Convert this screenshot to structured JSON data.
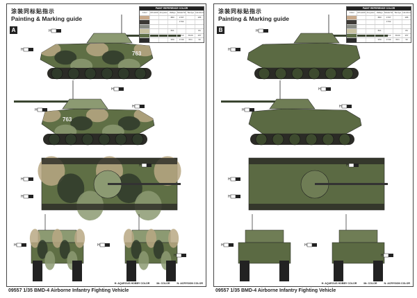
{
  "pages": [
    {
      "id": "A",
      "title_cn": "涂装同标贴指示",
      "title_en": "Painting & Marking guide",
      "scheme_label": "A",
      "hull_number": "763",
      "scheme": "camouflage",
      "colors": {
        "base": "#5f6f45",
        "dark": "#2f3a2a",
        "sand": "#b9a884",
        "light": "#8c9a72"
      }
    },
    {
      "id": "B",
      "title_cn": "涂装同标贴指示",
      "title_en": "Painting & Marking guide",
      "scheme_label": "B",
      "hull_number": "",
      "scheme": "solid",
      "colors": {
        "base": "#5b6a43",
        "dark": "#3d4a2e",
        "sand": "#5b6a43",
        "light": "#6f7d55"
      }
    }
  ],
  "paint_table": {
    "title": "PAINT REFERENCE COLOR",
    "headers": [
      "Color",
      "Mr.Hobby",
      "Acrysion",
      "Vallejo",
      "Model Master",
      "Tamiya",
      "Humbrol"
    ],
    "swatches": [
      "#c9a98a",
      "#3d3a36",
      "#8a8d86",
      "#c8c2a2",
      "#5f7048",
      "#2a2a2a"
    ],
    "rows": [
      [
        "",
        "",
        "",
        "883",
        "1707",
        "",
        "186"
      ],
      [
        "",
        "",
        "",
        "",
        "1702",
        "",
        ""
      ],
      [
        "",
        "",
        "",
        "",
        "",
        "",
        ""
      ],
      [
        "",
        "",
        "",
        "821",
        "",
        "",
        "84"
      ],
      [
        "",
        "",
        "",
        "",
        "1713",
        "XF20",
        "157"
      ],
      [
        "",
        "",
        "",
        "950",
        "1749",
        "XF1",
        "33"
      ]
    ]
  },
  "legend": {
    "aqueous": "H: AQUEOUS HOBBY COLOR",
    "mr_color": "Mr. COLOR",
    "acrysion": "N: ACRYSION COLOR"
  },
  "callout_prefix": "H",
  "footer": "09557 1/35 BMD-4 Airborne Infantry Fighting Vehicle"
}
